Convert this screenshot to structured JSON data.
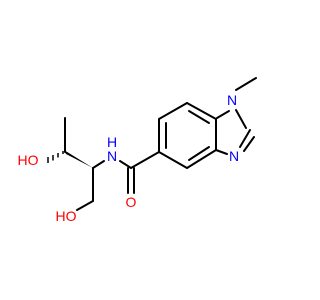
{
  "structure": {
    "colors": {
      "bond": "#000000",
      "nitrogen": "#0000ff",
      "oxygen": "#ff0000"
    },
    "atoms": [
      {
        "id": "N1",
        "element": "N",
        "label": "N"
      },
      {
        "id": "N2",
        "element": "N",
        "label": "N"
      },
      {
        "id": "NH",
        "element": "N",
        "label": "H"
      },
      {
        "id": "NH_N",
        "element": "N",
        "label": "N"
      },
      {
        "id": "O_carbonyl",
        "element": "O",
        "label": "O"
      },
      {
        "id": "OH_upper_O",
        "element": "O",
        "label": "HO"
      },
      {
        "id": "OH_lower_O",
        "element": "O",
        "label": "HO"
      }
    ]
  }
}
